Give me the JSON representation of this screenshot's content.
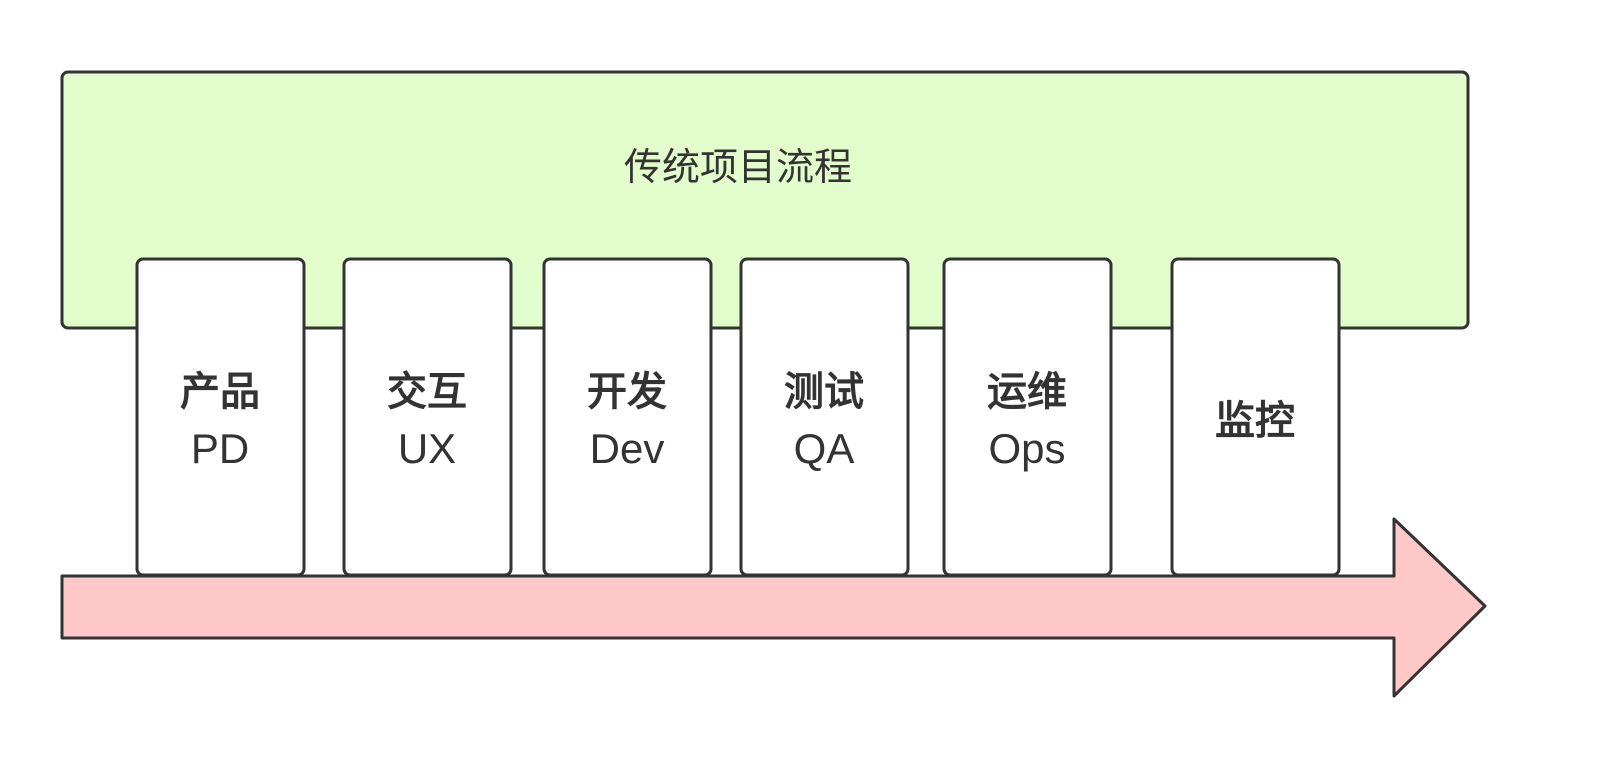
{
  "diagram": {
    "title": "传统项目流程",
    "colors": {
      "container_fill": "#e2fdcb",
      "arrow_fill": "#ffc8c8",
      "box_fill": "#ffffff",
      "stroke": "#333333",
      "text": "#333333"
    },
    "stages": [
      {
        "label": "产品",
        "sub": "PD"
      },
      {
        "label": "交互",
        "sub": "UX"
      },
      {
        "label": "开发",
        "sub": "Dev"
      },
      {
        "label": "测试",
        "sub": "QA"
      },
      {
        "label": "运维",
        "sub": "Ops"
      },
      {
        "label": "监控",
        "sub": ""
      }
    ]
  }
}
